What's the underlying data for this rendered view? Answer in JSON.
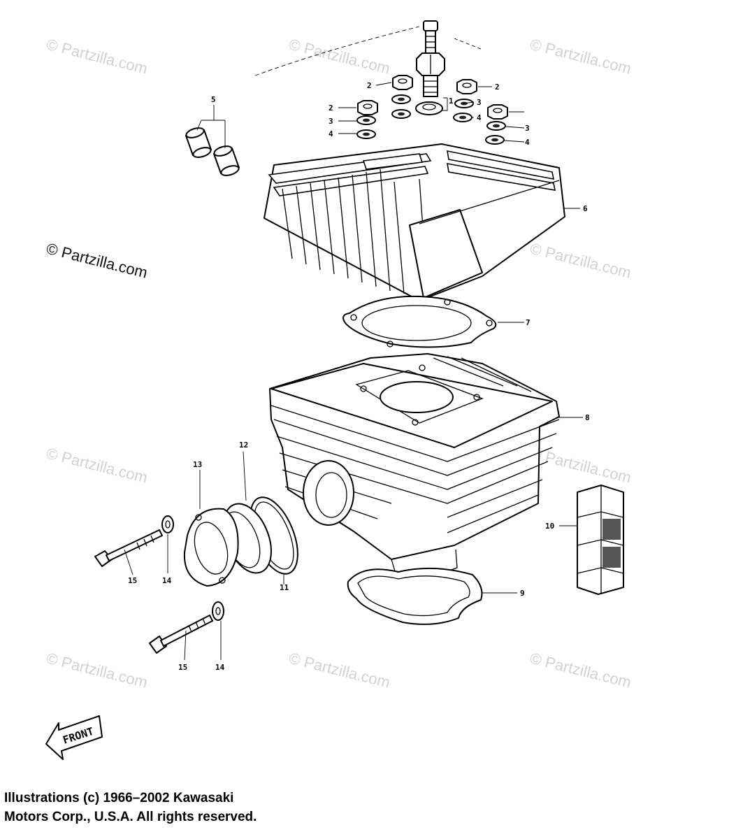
{
  "watermark": {
    "text": "© Partzilla.com"
  },
  "callouts": [
    {
      "id": "c1",
      "label": "1"
    },
    {
      "id": "c2a",
      "label": "2"
    },
    {
      "id": "c2b",
      "label": "2"
    },
    {
      "id": "c2c",
      "label": "2"
    },
    {
      "id": "c3a",
      "label": "3"
    },
    {
      "id": "c3b",
      "label": "3"
    },
    {
      "id": "c3c",
      "label": "3"
    },
    {
      "id": "c4a",
      "label": "4"
    },
    {
      "id": "c4b",
      "label": "4"
    },
    {
      "id": "c4c",
      "label": "4"
    },
    {
      "id": "c5",
      "label": "5"
    },
    {
      "id": "c6",
      "label": "6"
    },
    {
      "id": "c7",
      "label": "7"
    },
    {
      "id": "c8",
      "label": "8"
    },
    {
      "id": "c9",
      "label": "9"
    },
    {
      "id": "c10",
      "label": "10"
    },
    {
      "id": "c11",
      "label": "11"
    },
    {
      "id": "c12",
      "label": "12"
    },
    {
      "id": "c13",
      "label": "13"
    },
    {
      "id": "c14a",
      "label": "14"
    },
    {
      "id": "c14b",
      "label": "14"
    },
    {
      "id": "c15a",
      "label": "15"
    },
    {
      "id": "c15b",
      "label": "15"
    }
  ],
  "front_label": "FRONT",
  "copyright": {
    "line1": "Illustrations (c) 1966–2002 Kawasaki",
    "line2": "Motors Corp., U.S.A.  All rights reserved."
  }
}
